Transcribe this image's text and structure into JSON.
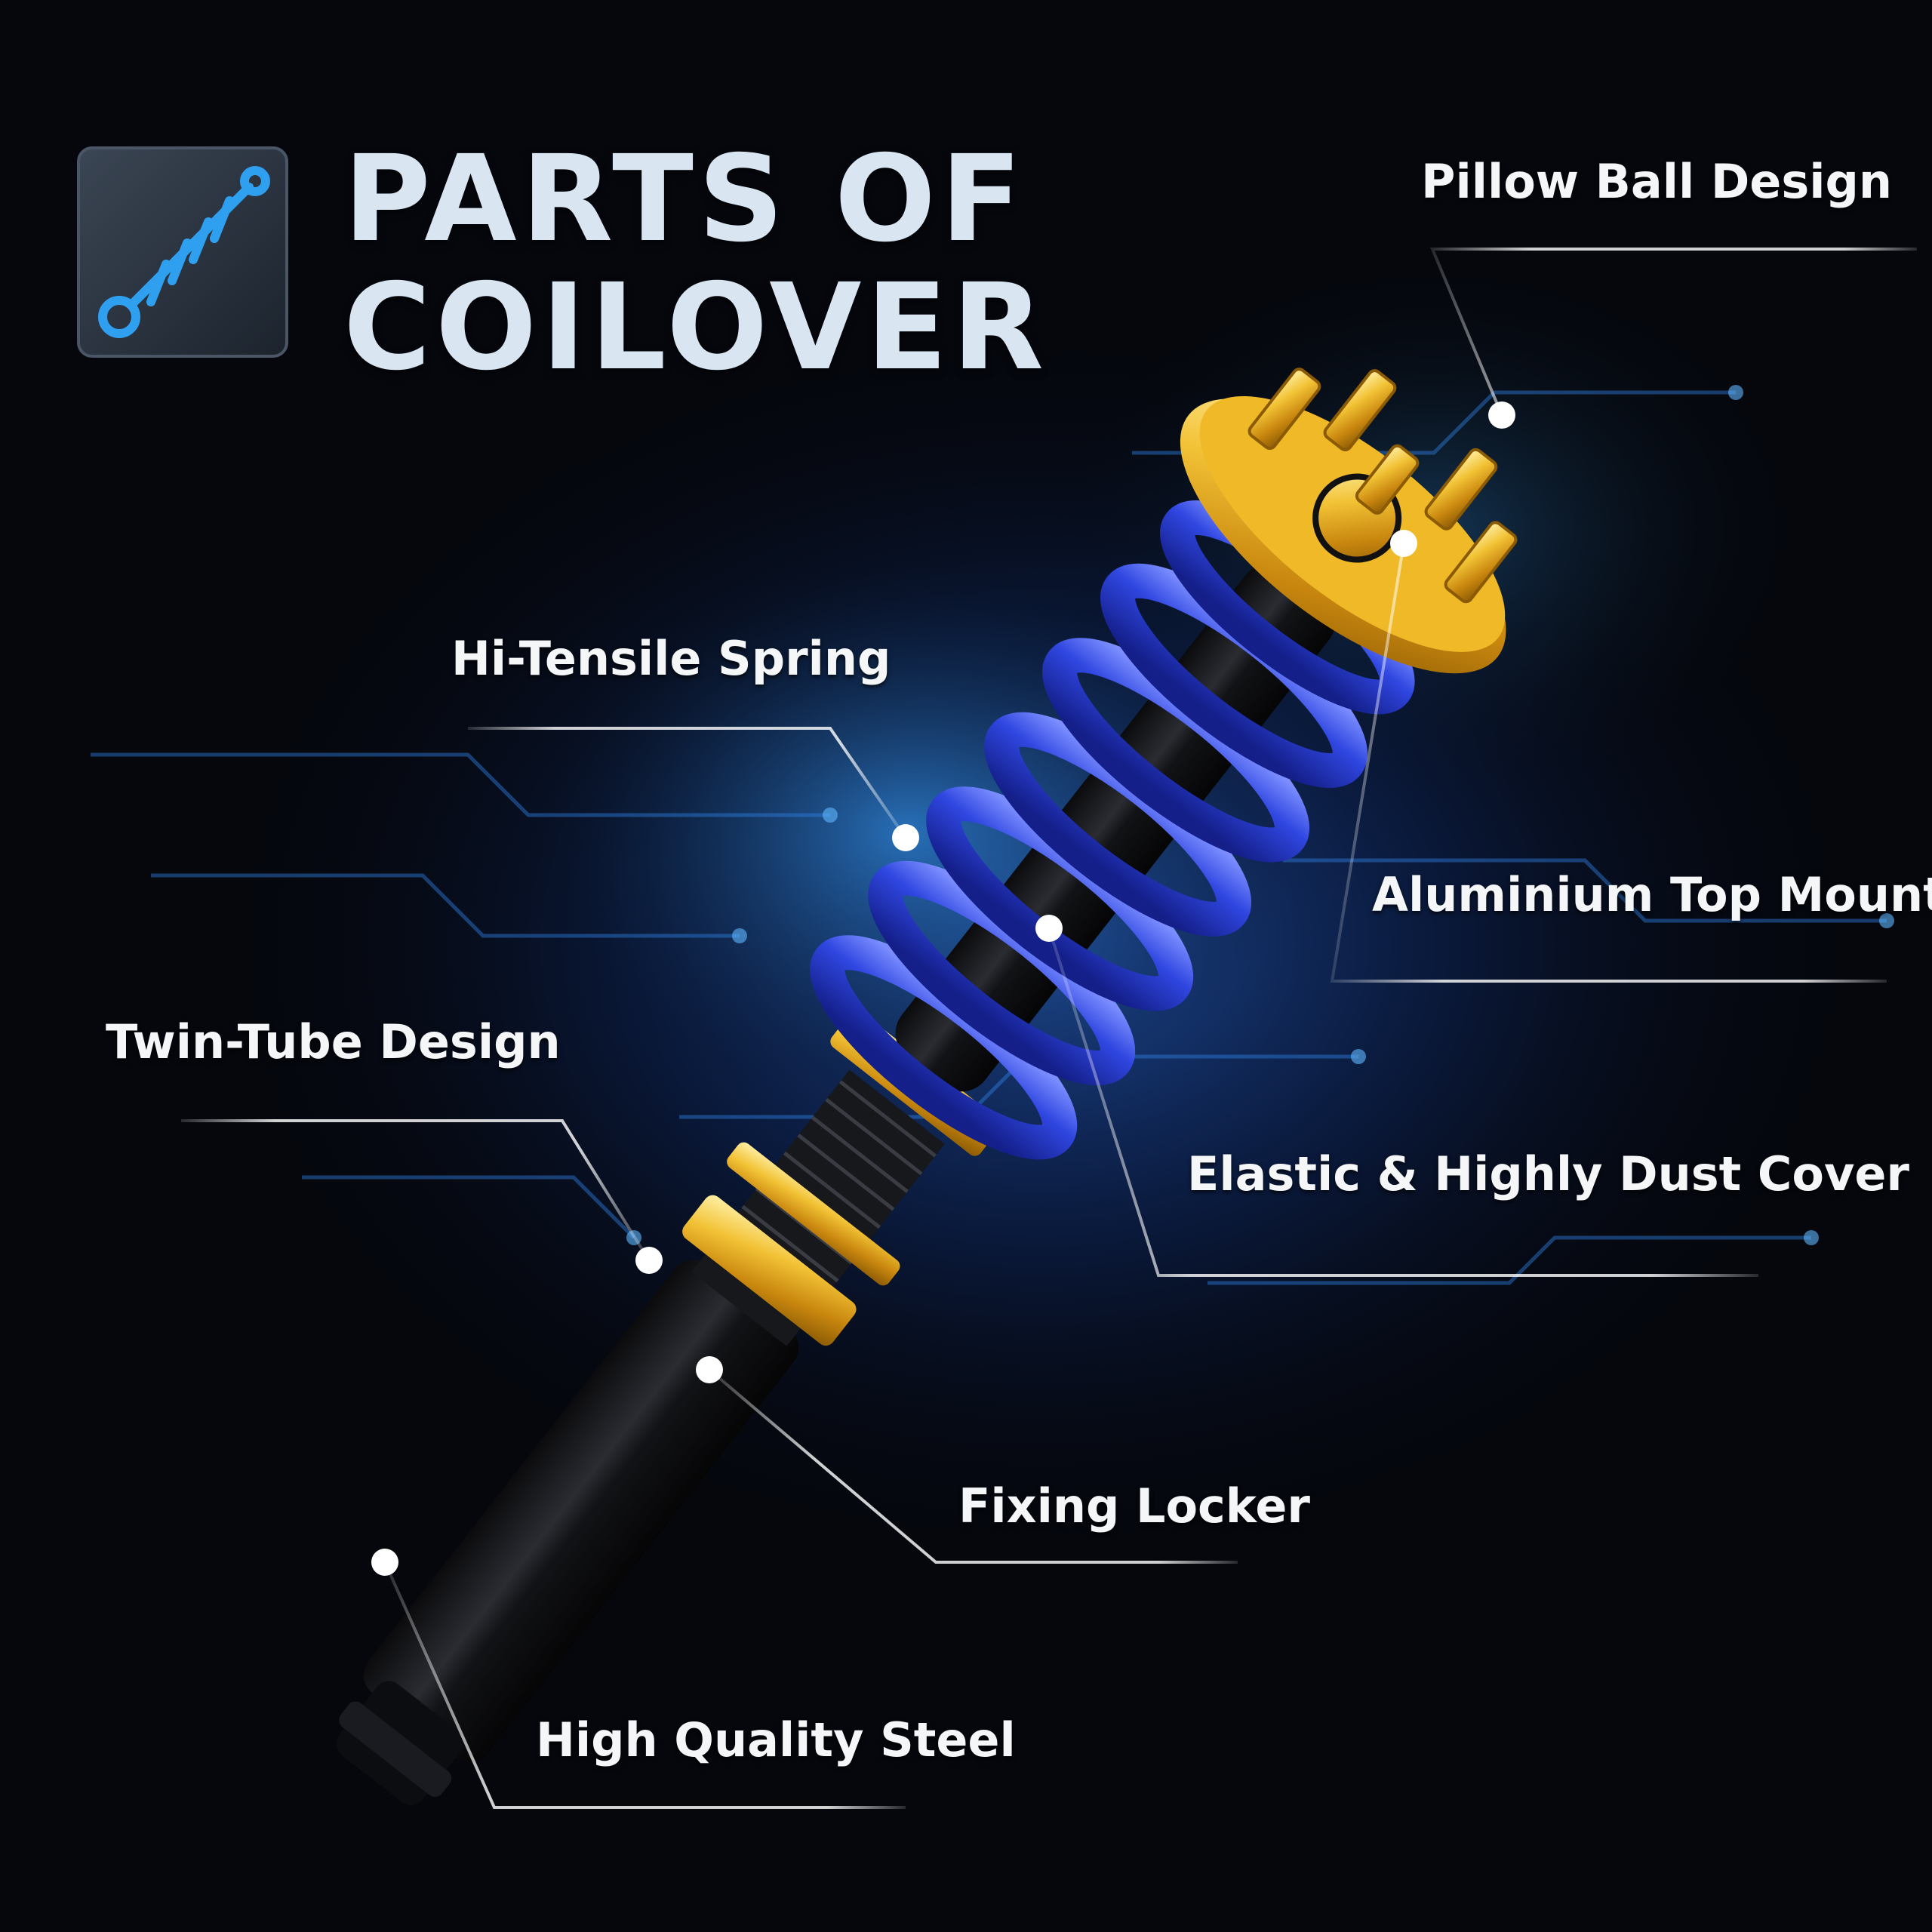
{
  "header": {
    "icon": "shock-absorber-icon",
    "title_line_1": "PARTS OF",
    "title_line_2": "COILOVER"
  },
  "callouts": {
    "pillow_ball": "Pillow Ball Design",
    "spring": "Hi-Tensile Spring",
    "top_mount": "Aluminium Top Mount",
    "twin_tube": "Twin-Tube Design",
    "dust_cover": "Elastic & Highly Dust Cover",
    "fixing_locker": "Fixing Locker",
    "steel": "High Quality Steel"
  },
  "colors": {
    "background": "#05070d",
    "accent_blue": "#2f9ff0",
    "spring_blue": "#2a3fd8",
    "gold": "#e2a91c",
    "title_text": "#d9e6f2",
    "label_text": "#f4f6f8"
  }
}
